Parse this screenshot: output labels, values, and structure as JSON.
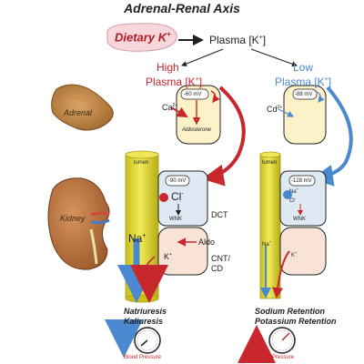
{
  "title": "Adrenal-Renal Axis",
  "top": {
    "dietary": "Dietary K",
    "dietary_sup": "+",
    "plasma": "Plasma [K",
    "plasma_sup": "+",
    "plasma_end": "]"
  },
  "high": {
    "line1": "High",
    "line2": "Plasma [K",
    "sup": "+",
    "end": "]"
  },
  "low": {
    "line1": "Low",
    "line2": "Plasma [K",
    "sup": "+",
    "end": "]"
  },
  "adrenal": {
    "organ_label": "Adrenal",
    "ca_high": "Ca",
    "ca_low": "Cd",
    "ca_sup": "2+",
    "mv_high": "-60 mV",
    "mv_low": "-88 mV",
    "aldosterone": "Aldosterone"
  },
  "kidney": {
    "organ_label": "Kidney",
    "lumen": "lumen",
    "mv_high": "-90 mV",
    "mv_low": "-128 mV",
    "cl": "Cl",
    "cl_sup": "-",
    "na_small": "Na",
    "na_sup": "+",
    "wnk": "WNK",
    "dct": "DCT",
    "aldo": "Aldo",
    "k": "K",
    "k_sup": "+",
    "cnt_cd_1": "CNT/",
    "cnt_cd_2": "CD"
  },
  "outcomes": {
    "left_1": "Natriuresis",
    "left_2": "Kaliuresis",
    "right_1": "Sodium Retention",
    "right_2": "Potassium Retention",
    "bp": "Blood Pressure"
  },
  "colors": {
    "red": "#c8272d",
    "blue": "#4a88cf",
    "cell_fill": "#fdf1c7",
    "cell_fill_low": "#f8efe6",
    "tubule": "#e6dd2a",
    "teal": "#2f8a78",
    "dark_red": "#8e1a1c"
  },
  "icons": [
    "adrenal-gland-icon",
    "kidney-icon",
    "gauge-icon",
    "arrow-icon"
  ]
}
